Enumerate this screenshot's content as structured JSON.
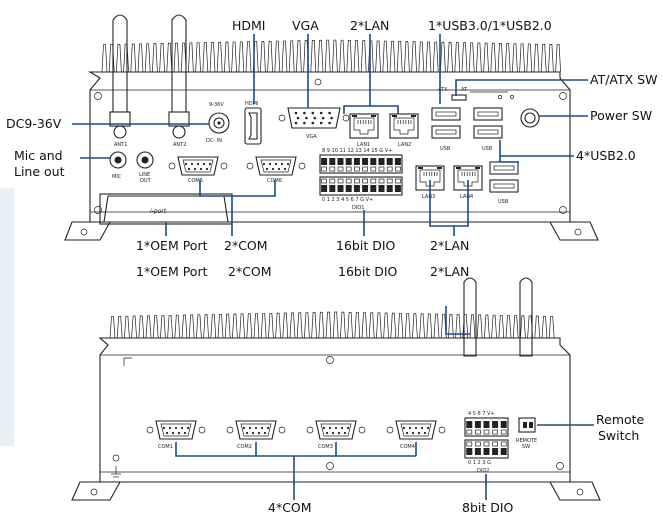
{
  "callouts": {
    "hdmi": "HDMI",
    "vga": "VGA",
    "lan_top": "2*LAN",
    "usb30": "1*USB3.0/1*USB2.0",
    "atatx": "AT/ATX SW",
    "power_sw": "Power SW",
    "usb20": "4*USB2.0",
    "dc": "DC9-36V",
    "mic_1": "Mic and",
    "mic_2": "Line out",
    "oem": "1*OEM Port",
    "com2": "2*COM",
    "dio16": "16bit DIO",
    "lan_bottom": "2*LAN",
    "oem_dup": "1*OEM Port",
    "com2_dup": "2*COM",
    "dio16_dup": "16bit DIO",
    "lan_dup": "2*LAN",
    "remote_1": "Remote",
    "remote_2": "Switch",
    "com4": "4*COM",
    "dio8": "8bit DIO"
  },
  "panel_labels": {
    "ant1": "ANT1",
    "ant2": "ANT2",
    "dc_top": "9-36V",
    "dc_bottom": "DC- IN",
    "hdmi": "HDMI",
    "vga": "VGA",
    "lan1": "LAN1",
    "lan2": "LAN2",
    "lan3": "LAN3",
    "lan4": "LAN4",
    "usb_a": "USB",
    "usb_b": "USB",
    "usb_c": "USB",
    "mic": "MIC",
    "line_1": "LINE",
    "line_2": "OUT",
    "com5": "COM5",
    "com6": "COM6",
    "dio_top": "8  9 10 11 12 13 14 15  G  V+",
    "dio_bottom": "0  1  2  3  4  5  6  7  G  V+",
    "dio1": "DIO1",
    "atx": "ATX",
    "at": "AT",
    "iport": "i-port",
    "com1": "COM1",
    "com2b": "COM2",
    "com3": "COM3",
    "com4b": "COM4",
    "dio2_top": "4  5  6  7 V+",
    "dio2_bottom": "0  1  2  3  G",
    "dio2": "DIO2",
    "remote_1": "REMOTE",
    "remote_2": "SW"
  },
  "colors": {
    "leader": "#1b4a8a",
    "ink": "#222222",
    "background": "#ffffff",
    "side_band": "#e9f1f8"
  }
}
